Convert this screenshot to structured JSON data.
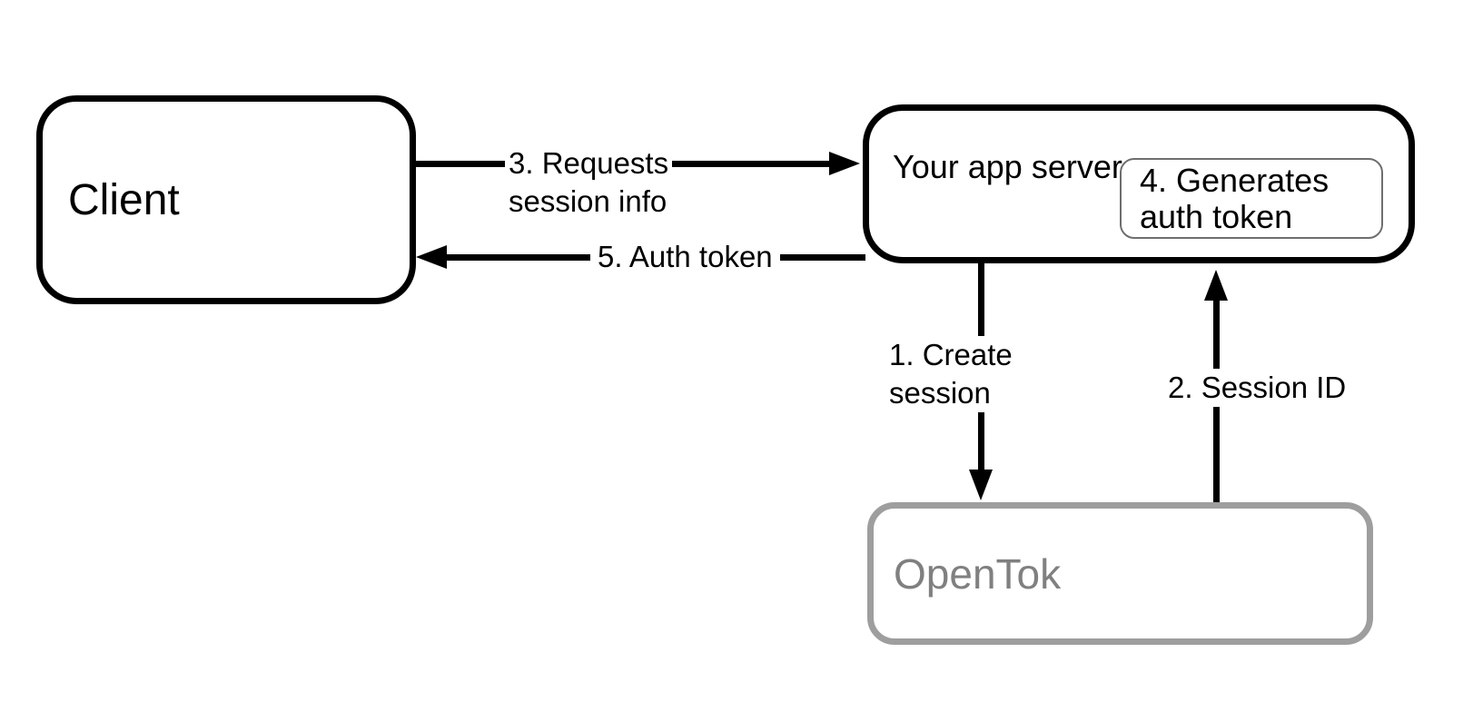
{
  "nodes": {
    "client": {
      "label": "Client"
    },
    "app_server": {
      "lines": [
        "Your app",
        "server"
      ]
    },
    "generates_auth_token": {
      "lines": [
        "4. Generates",
        "auth token"
      ]
    },
    "opentok": {
      "label": "OpenTok"
    }
  },
  "arrows": {
    "create_session": {
      "lines": [
        "1. Create",
        "session"
      ],
      "direction": "down",
      "from": "app_server",
      "to": "opentok"
    },
    "session_id": {
      "label": "2. Session ID",
      "direction": "up",
      "from": "opentok",
      "to": "app_server"
    },
    "requests_session_info": {
      "lines": [
        "3. Requests",
        "session info"
      ],
      "direction": "right",
      "from": "client",
      "to": "app_server"
    },
    "auth_token": {
      "label": "5. Auth token",
      "direction": "left",
      "from": "app_server",
      "to": "client"
    }
  },
  "colors": {
    "background": "#ffffff",
    "stroke": "#000000",
    "opentok_stroke": "#9e9e9e",
    "opentok_text": "#808080",
    "inner_box_stroke": "#6e6e6e"
  }
}
